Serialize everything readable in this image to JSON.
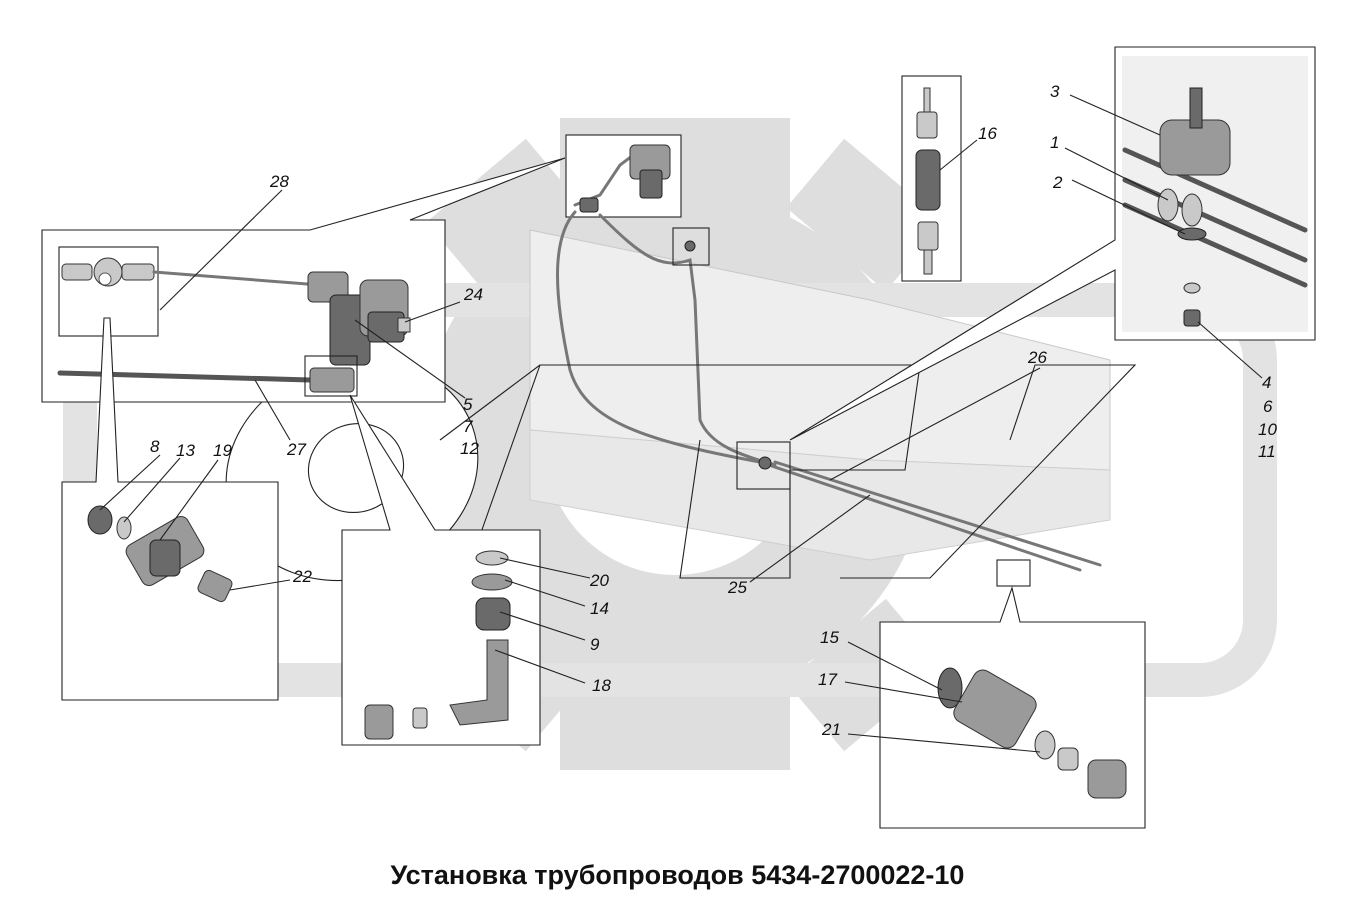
{
  "title": "Установка трубопроводов 5434-2700022-10",
  "callouts": {
    "c1": "1",
    "c2": "2",
    "c3": "3",
    "c4": "4",
    "c5": "5",
    "c6": "6",
    "c7": "7",
    "c8": "8",
    "c9": "9",
    "c10": "10",
    "c11": "11",
    "c12": "12",
    "c13": "13",
    "c14": "14",
    "c15": "15",
    "c16": "16",
    "c17": "17",
    "c18": "18",
    "c19": "19",
    "c20": "20",
    "c21": "21",
    "c22": "22",
    "c24": "24",
    "c25": "25",
    "c26": "26",
    "c27": "27",
    "c28": "28"
  },
  "colors": {
    "watermark": "#dcdcdc",
    "frame": "#e6e6e6",
    "line": "#222222",
    "part": "#9a9a9a"
  }
}
